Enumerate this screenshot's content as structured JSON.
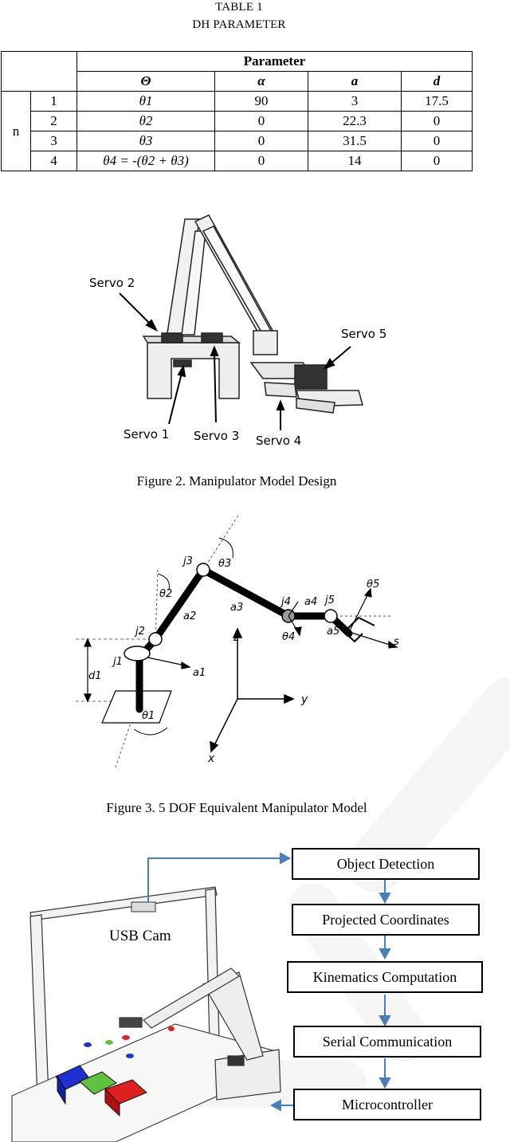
{
  "table": {
    "title": "TABLE 1",
    "subtitle": "DH PARAMETER",
    "group_header": "Parameter",
    "columns": [
      "Θ",
      "α",
      "a",
      "d"
    ],
    "row_group_label": "n",
    "rows": [
      {
        "n": "1",
        "theta": "θ1",
        "alpha": "90",
        "a": "3",
        "d": "17.5"
      },
      {
        "n": "2",
        "theta": "θ2",
        "alpha": "0",
        "a": "22.3",
        "d": "0"
      },
      {
        "n": "3",
        "theta": "θ3",
        "alpha": "0",
        "a": "31.5",
        "d": "0"
      },
      {
        "n": "4",
        "theta": "θ4 = -(θ2 + θ3)",
        "alpha": "0",
        "a": "14",
        "d": "0"
      }
    ]
  },
  "figure2": {
    "caption": "Figure 2. Manipulator Model Design",
    "labels": {
      "servo1": "Servo 1",
      "servo2": "Servo 2",
      "servo3": "Servo 3",
      "servo4": "Servo 4",
      "servo5": "Servo 5"
    }
  },
  "figure3": {
    "caption": "Figure 3. 5 DOF Equivalent Manipulator Model",
    "labels": {
      "j1": "j1",
      "j2": "j2",
      "j3": "j3",
      "j4": "j4",
      "j5": "j5",
      "theta1": "θ1",
      "theta2": "θ2",
      "theta3": "θ3",
      "theta4": "θ4",
      "theta5": "θ5",
      "a1": "a1",
      "a2": "a2",
      "a3": "a3",
      "a4": "a4",
      "a5": "a5",
      "d1": "d1",
      "x": "x",
      "y": "y",
      "z": "z",
      "s": "s"
    }
  },
  "figure4": {
    "usb_cam": "USB Cam",
    "flow": [
      "Object Detection",
      "Projected Coordinates",
      "Kinematics Computation",
      "Serial Communication",
      "Microcontroller"
    ],
    "colors": {
      "arrow": "#4a7ebb",
      "red_bin": "#e02020",
      "green_bin": "#60c040",
      "blue_bin": "#2030d0"
    }
  }
}
